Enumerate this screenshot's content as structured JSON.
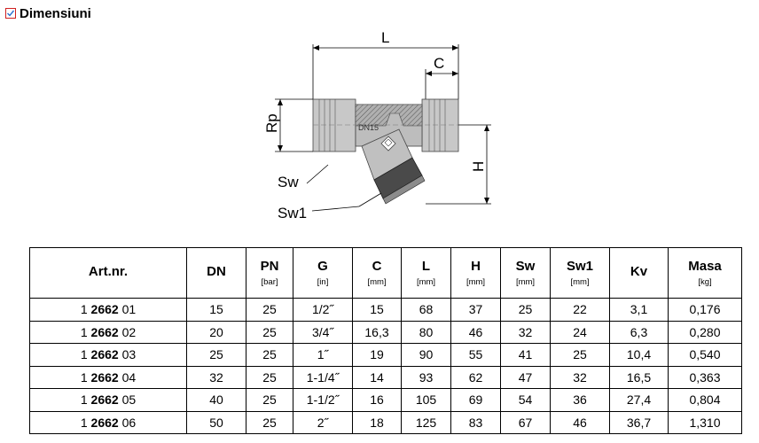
{
  "header": {
    "title": "Dimensiuni",
    "icon": "checkbox-icon"
  },
  "drawing": {
    "labels": {
      "L": "L",
      "C": "C",
      "Rp": "Rp",
      "H": "H",
      "Sw": "Sw",
      "Sw1": "Sw1",
      "DN": "DN15"
    },
    "colors": {
      "body": "#c8c8c8",
      "dark": "#4a4a4a",
      "section": "#8c8c8c"
    }
  },
  "table": {
    "columns": [
      {
        "label": "Art.nr.",
        "unit": ""
      },
      {
        "label": "DN",
        "unit": ""
      },
      {
        "label": "PN",
        "unit": "[bar]"
      },
      {
        "label": "G",
        "unit": "[in]"
      },
      {
        "label": "C",
        "unit": "[mm]"
      },
      {
        "label": "L",
        "unit": "[mm]"
      },
      {
        "label": "H",
        "unit": "[mm]"
      },
      {
        "label": "Sw",
        "unit": "[mm]"
      },
      {
        "label": "Sw1",
        "unit": "[mm]"
      },
      {
        "label": "Kv",
        "unit": ""
      },
      {
        "label": "Masa",
        "unit": "[kg]"
      }
    ],
    "rows": [
      {
        "art_prefix": "1",
        "art_bold": "2662",
        "art_suffix": "01",
        "dn": "15",
        "pn": "25",
        "g": "1/2˝",
        "c": "15",
        "l": "68",
        "h": "37",
        "sw": "25",
        "sw1": "22",
        "kv": "3,1",
        "masa": "0,176"
      },
      {
        "art_prefix": "1",
        "art_bold": "2662",
        "art_suffix": "02",
        "dn": "20",
        "pn": "25",
        "g": "3/4˝",
        "c": "16,3",
        "l": "80",
        "h": "46",
        "sw": "32",
        "sw1": "24",
        "kv": "6,3",
        "masa": "0,280"
      },
      {
        "art_prefix": "1",
        "art_bold": "2662",
        "art_suffix": "03",
        "dn": "25",
        "pn": "25",
        "g": "1˝",
        "c": "19",
        "l": "90",
        "h": "55",
        "sw": "41",
        "sw1": "25",
        "kv": "10,4",
        "masa": "0,540"
      },
      {
        "art_prefix": "1",
        "art_bold": "2662",
        "art_suffix": "04",
        "dn": "32",
        "pn": "25",
        "g": "1-1/4˝",
        "c": "14",
        "l": "93",
        "h": "62",
        "sw": "47",
        "sw1": "32",
        "kv": "16,5",
        "masa": "0,363"
      },
      {
        "art_prefix": "1",
        "art_bold": "2662",
        "art_suffix": "05",
        "dn": "40",
        "pn": "25",
        "g": "1-1/2˝",
        "c": "16",
        "l": "105",
        "h": "69",
        "sw": "54",
        "sw1": "36",
        "kv": "27,4",
        "masa": "0,804"
      },
      {
        "art_prefix": "1",
        "art_bold": "2662",
        "art_suffix": "06",
        "dn": "50",
        "pn": "25",
        "g": "2˝",
        "c": "18",
        "l": "125",
        "h": "83",
        "sw": "67",
        "sw1": "46",
        "kv": "36,7",
        "masa": "1,310"
      }
    ]
  }
}
